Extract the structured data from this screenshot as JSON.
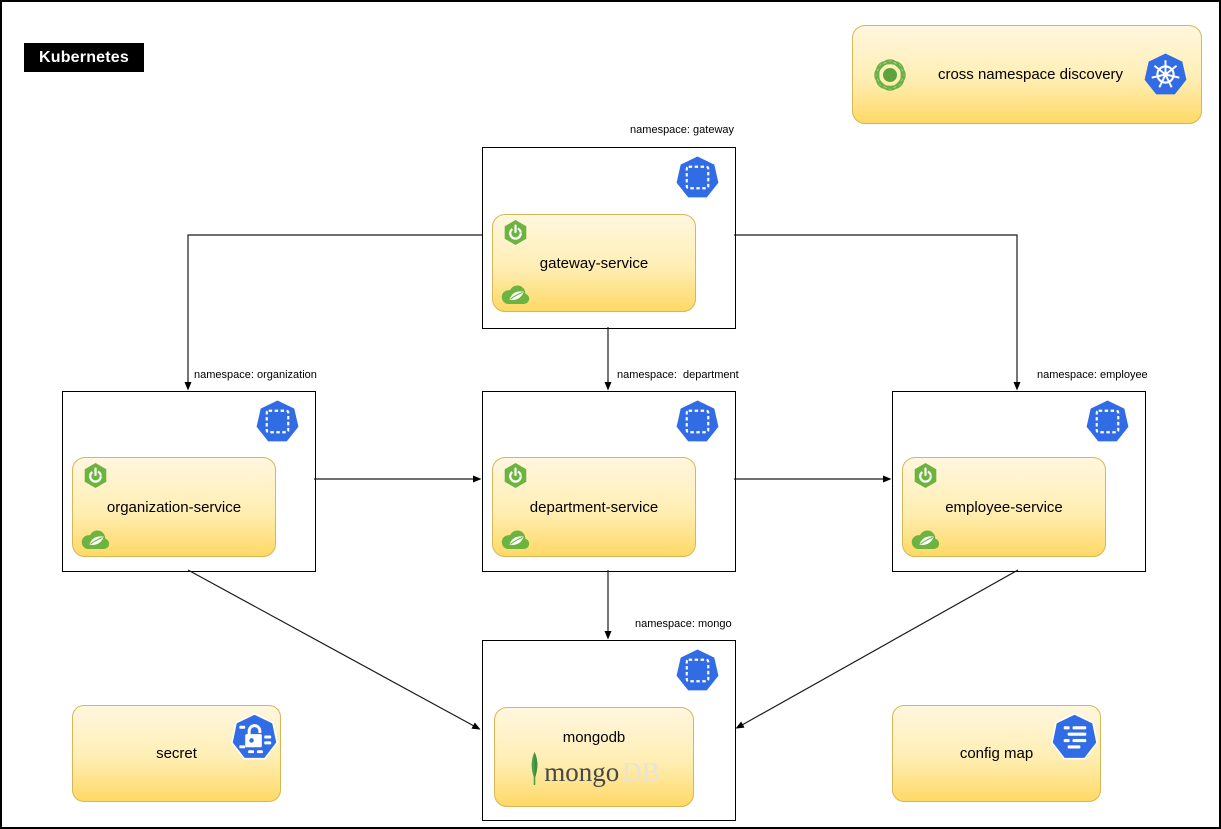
{
  "diagram": {
    "title": "Kubernetes",
    "legend": {
      "label": "cross namespace discovery"
    }
  },
  "namespaces": [
    {
      "label": "namespace: gateway",
      "service": "gateway-service"
    },
    {
      "label": "namespace: organization",
      "service": "organization-service"
    },
    {
      "label": "namespace:  department",
      "service": "department-service"
    },
    {
      "label": "namespace: employee",
      "service": "employee-service"
    },
    {
      "label": "namespace: mongo",
      "service": "mongodb"
    }
  ],
  "mongo_logo": {
    "word_dark": "mongo",
    "word_light": "DB"
  },
  "resources": [
    {
      "label": "secret"
    },
    {
      "label": "config map"
    }
  ],
  "edges": [
    "gateway-service -> organization-service",
    "gateway-service -> department-service",
    "gateway-service -> employee-service",
    "organization-service -> department-service",
    "department-service -> employee-service",
    "organization-service -> mongodb",
    "department-service -> mongodb",
    "employee-service -> mongodb"
  ],
  "icons": {
    "namespace": "kubernetes-namespace-icon",
    "kubernetes_wheel": "kubernetes-wheel-icon",
    "spring_boot": "spring-boot-icon",
    "spring_cloud": "spring-cloud-icon",
    "discovery_atom": "atom-discovery-icon",
    "secret": "kubernetes-secret-icon",
    "config_map": "kubernetes-configmap-icon",
    "mongodb_leaf": "mongodb-leaf-icon"
  },
  "colors": {
    "kubernetes_blue": "#326ce5",
    "spring_green": "#6db33f",
    "node_fill_top": "#fff7df",
    "node_fill_bottom": "#ffd966",
    "node_border": "#d6b656",
    "connector": "#000000"
  }
}
